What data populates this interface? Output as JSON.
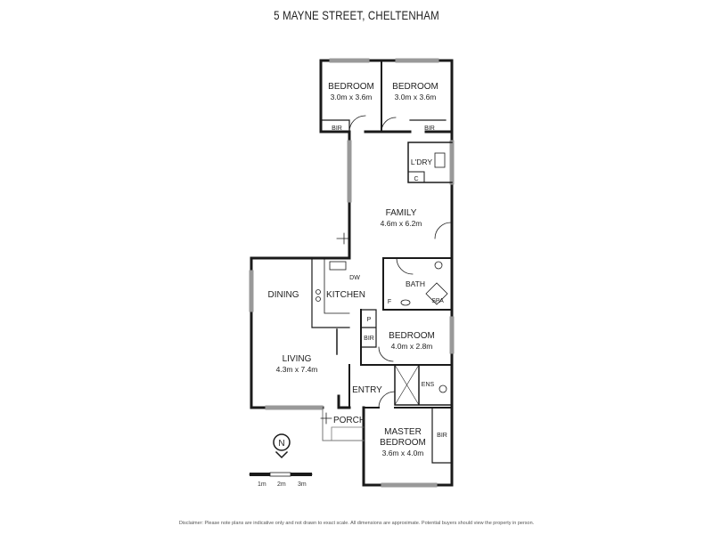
{
  "title": "5 MAYNE STREET, CHELTENHAM",
  "rooms": {
    "bedroom1": {
      "name": "BEDROOM",
      "dims": "3.0m x 3.6m"
    },
    "bedroom2": {
      "name": "BEDROOM",
      "dims": "3.0m x 3.6m"
    },
    "bir1": "BIR",
    "bir2": "BIR",
    "laundry": "L'DRY",
    "laundry_c": "C",
    "family": {
      "name": "FAMILY",
      "dims": "4.6m x 6.2m"
    },
    "dw": "DW",
    "kitchen": "KITCHEN",
    "dining": "DINING",
    "bath": "BATH",
    "spa": "SPA",
    "bath_f": "F",
    "pantry": "P",
    "bir3": "BIR",
    "bedroom3": {
      "name": "BEDROOM",
      "dims": "4.0m x 2.8m"
    },
    "living": {
      "name": "LIVING",
      "dims": "4.3m x 7.4m"
    },
    "entry": "ENTRY",
    "ens": "ENS",
    "porch": "PORCH",
    "master": {
      "name1": "MASTER",
      "name2": "BEDROOM",
      "dims": "3.6m x 4.0m"
    },
    "bir4": "BIR"
  },
  "compass": "N",
  "scale": [
    "1m",
    "2m",
    "3m"
  ],
  "disclaimer": "Disclaimer: Please note plans are indicative only and not drawn to exact scale. All dimensions are approximate. Potential buyers should view the property in person."
}
